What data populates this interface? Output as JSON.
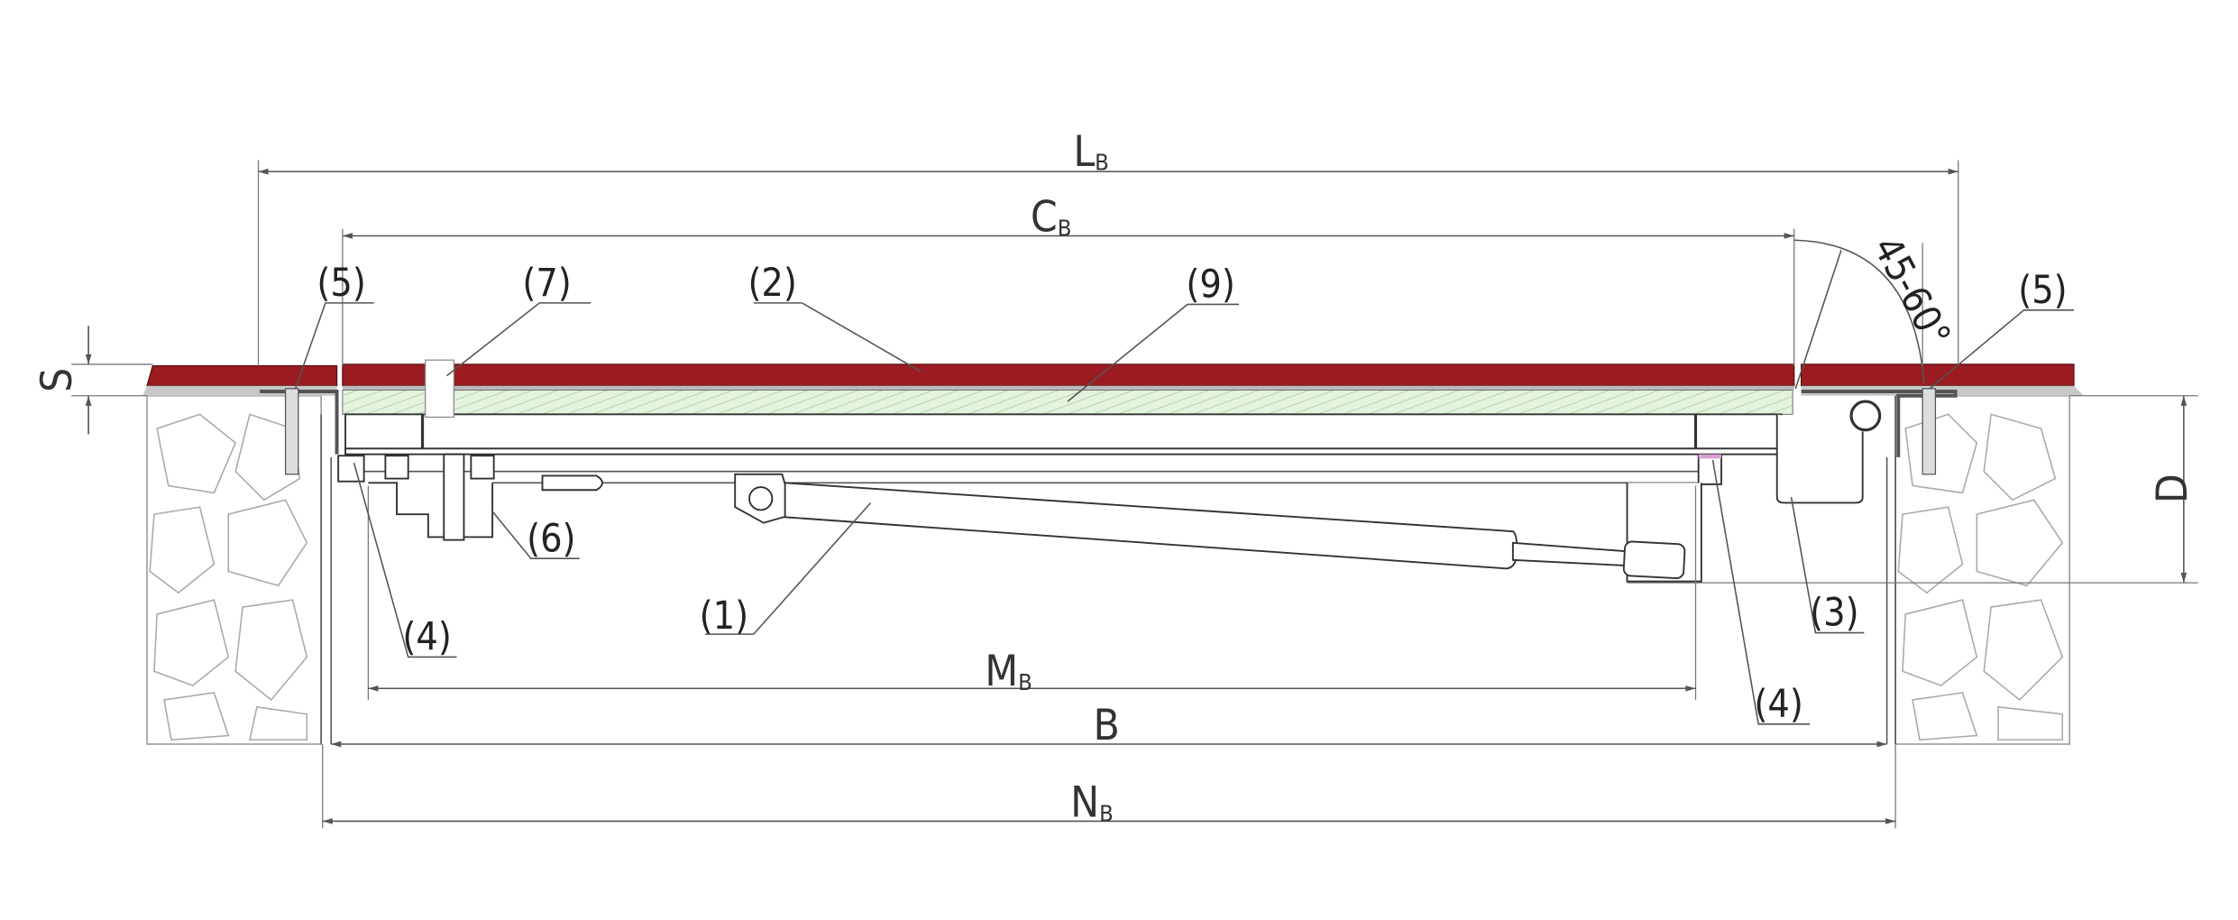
{
  "diagram": {
    "type": "hatch cross-section drawing",
    "colors": {
      "cover": "#9a1c20",
      "insulation": "#dff0d8",
      "metal": "#888888",
      "stone": "#aaaaaa"
    },
    "dimensions": {
      "LB": {
        "main": "L",
        "sub": "B"
      },
      "CB": {
        "main": "C",
        "sub": "B"
      },
      "MB": {
        "main": "M",
        "sub": "B"
      },
      "B": {
        "main": "B"
      },
      "NB": {
        "main": "N",
        "sub": "B"
      },
      "D": {
        "main": "D"
      },
      "S": {
        "main": "S"
      },
      "angle": "45-60°"
    },
    "callouts": [
      "(5)",
      "(7)",
      "(2)",
      "(9)",
      "(5)",
      "(6)",
      "(1)",
      "(4)",
      "(3)",
      "(4)"
    ]
  }
}
